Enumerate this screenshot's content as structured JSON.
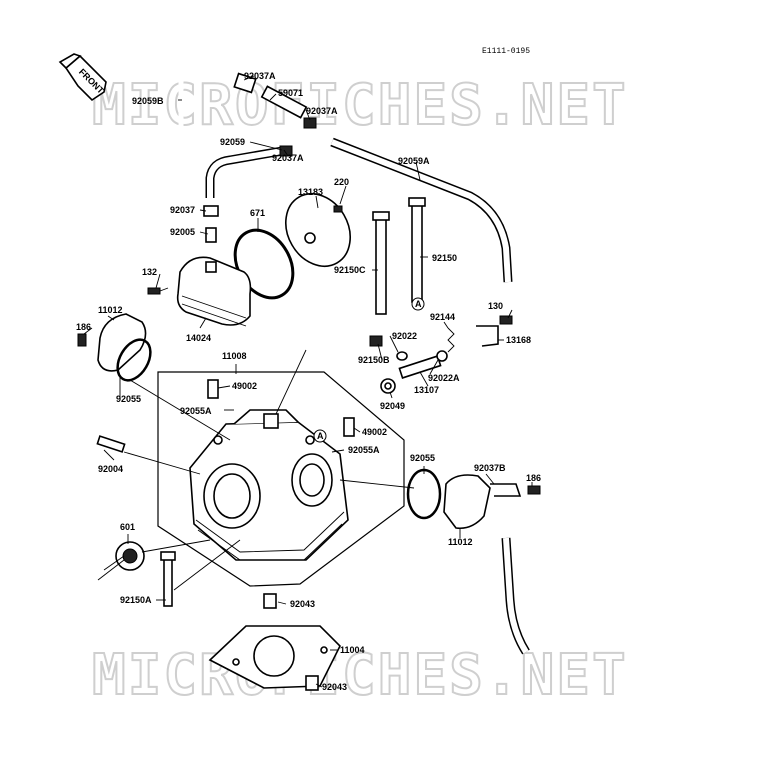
{
  "reference_code": "E1111-0195",
  "front_label": "FRONT",
  "watermark_top": "MICROFICHES.NET",
  "watermark_bottom": "MICROFICHES.NET",
  "labels": {
    "p92059B": "92059B",
    "p92037A_1": "92037A",
    "p59071": "59071",
    "p92037A_2": "92037A",
    "p92059": "92059",
    "p92037A_3": "92037A",
    "p92059A": "92059A",
    "p220": "220",
    "p13183": "13183",
    "p92037": "92037",
    "p671": "671",
    "p92005": "92005",
    "p132": "132",
    "p14024": "14024",
    "p92150C": "92150C",
    "p92150": "92150",
    "circleA_1": "A",
    "p130": "130",
    "p11012_1": "11012",
    "p186_1": "186",
    "p92144": "92144",
    "p92022": "92022",
    "p13168": "13168",
    "p11008": "11008",
    "p92150B": "92150B",
    "p92022A": "92022A",
    "p49002_1": "49002",
    "p13107": "13107",
    "p92055_1": "92055",
    "p92055A_1": "92055A",
    "p92049": "92049",
    "circleA_2": "A",
    "p49002_2": "49002",
    "p92055A_2": "92055A",
    "p92004": "92004",
    "p92055_2": "92055",
    "p92037B": "92037B",
    "p186_2": "186",
    "p601": "601",
    "p11012_2": "11012",
    "p92150A": "92150A",
    "p92043_1": "92043",
    "p11004": "11004",
    "p92043_2": "92043"
  }
}
